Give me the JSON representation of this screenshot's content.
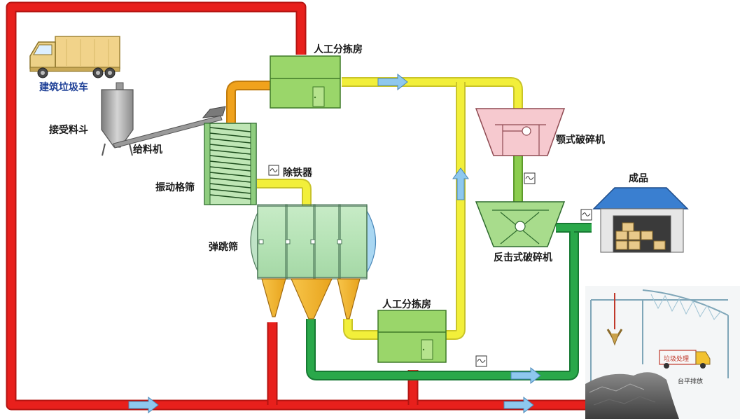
{
  "labels": {
    "truck": "建筑垃圾车",
    "hopper": "接受料斗",
    "feeder": "给料机",
    "vibrating_screen": "振动格筛",
    "sorting_room_top": "人工分拣房",
    "magnet": "除铁器",
    "jaw_crusher": "颚式破碎机",
    "impact_crusher": "反击式破碎机",
    "product": "成品",
    "bounce_screen": "弹跳筛",
    "sorting_room_bottom": "人工分拣房",
    "photo_truck_sign": "垃圾处理",
    "photo_caption": "台平排放"
  },
  "colors": {
    "red_pipe": "#e8201c",
    "yellow_pipe": "#f2ef3a",
    "green_pipe": "#2aa84a",
    "orange_pipe": "#f0a21c",
    "light_green_pipe": "#8ccd4e",
    "machine_green": "#9ad66a",
    "crusher_pink": "#f6c9cf",
    "arrow_blue": "#8ec8ee",
    "warehouse_roof": "#3a7fd0"
  },
  "icons": [
    "truck-icon",
    "hopper-icon",
    "feeder-icon",
    "screen-icon",
    "magnet-icon",
    "crusher-icon",
    "warehouse-icon",
    "flow-arrow-icon",
    "motor-icon"
  ]
}
